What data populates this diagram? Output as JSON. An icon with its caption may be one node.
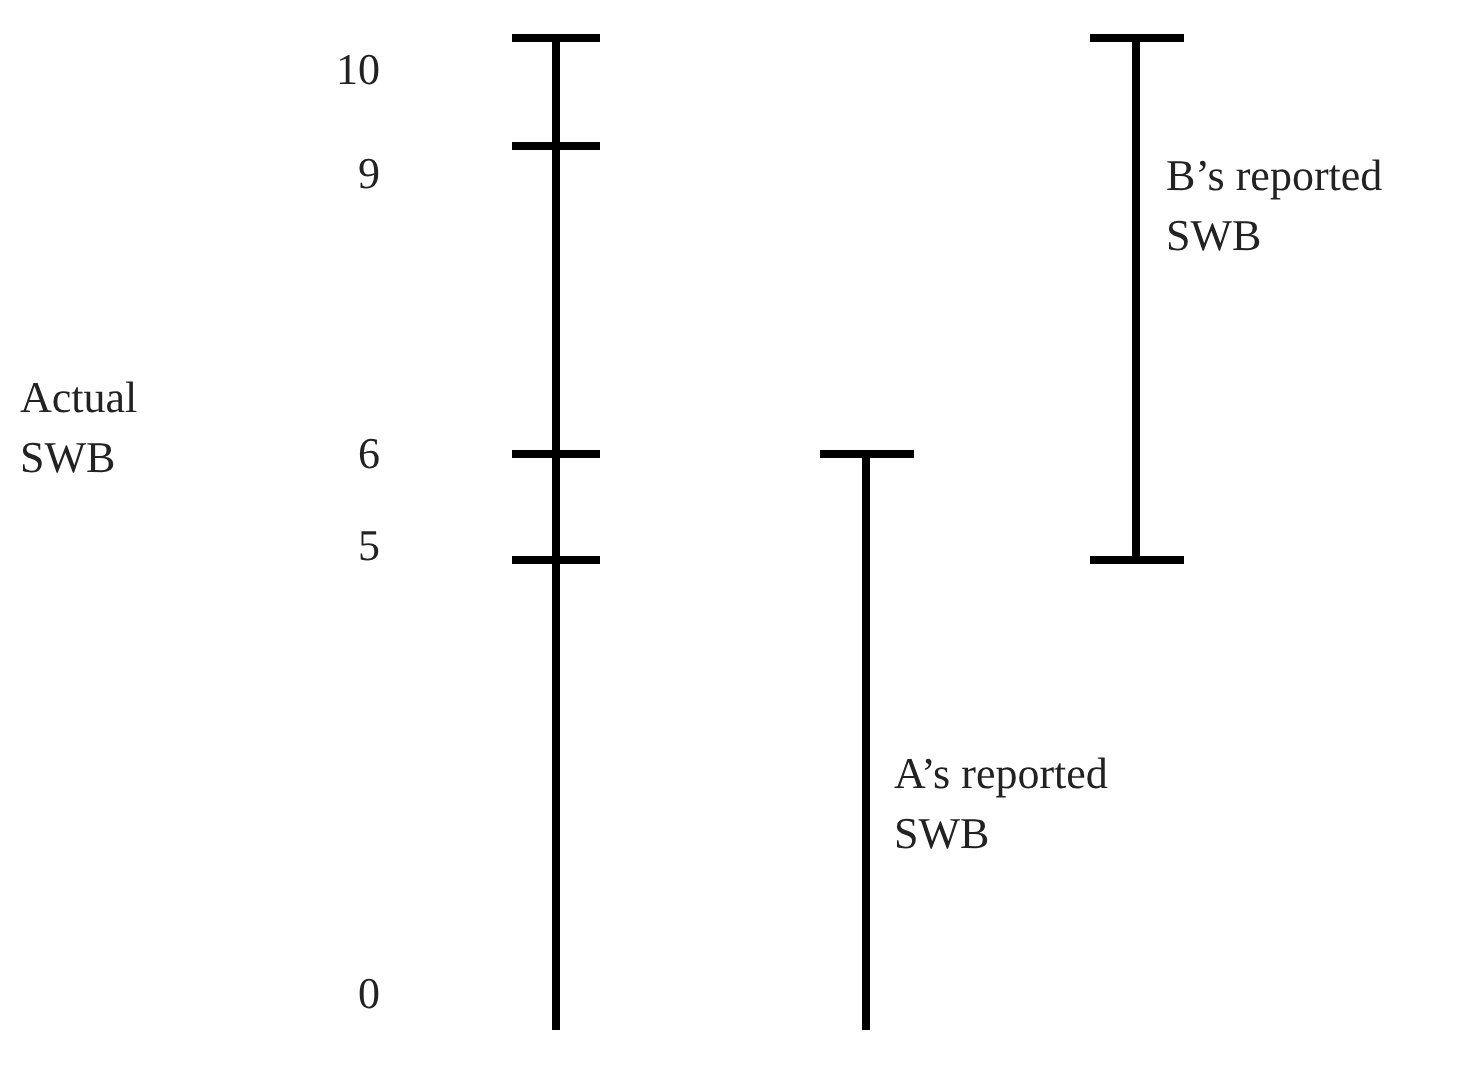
{
  "diagram": {
    "labels": [
      "10",
      "B’s reported SWB",
      "9",
      "Actual SWB",
      "6",
      "5",
      "A’s reported SWB",
      "0"
    ]
  }
}
